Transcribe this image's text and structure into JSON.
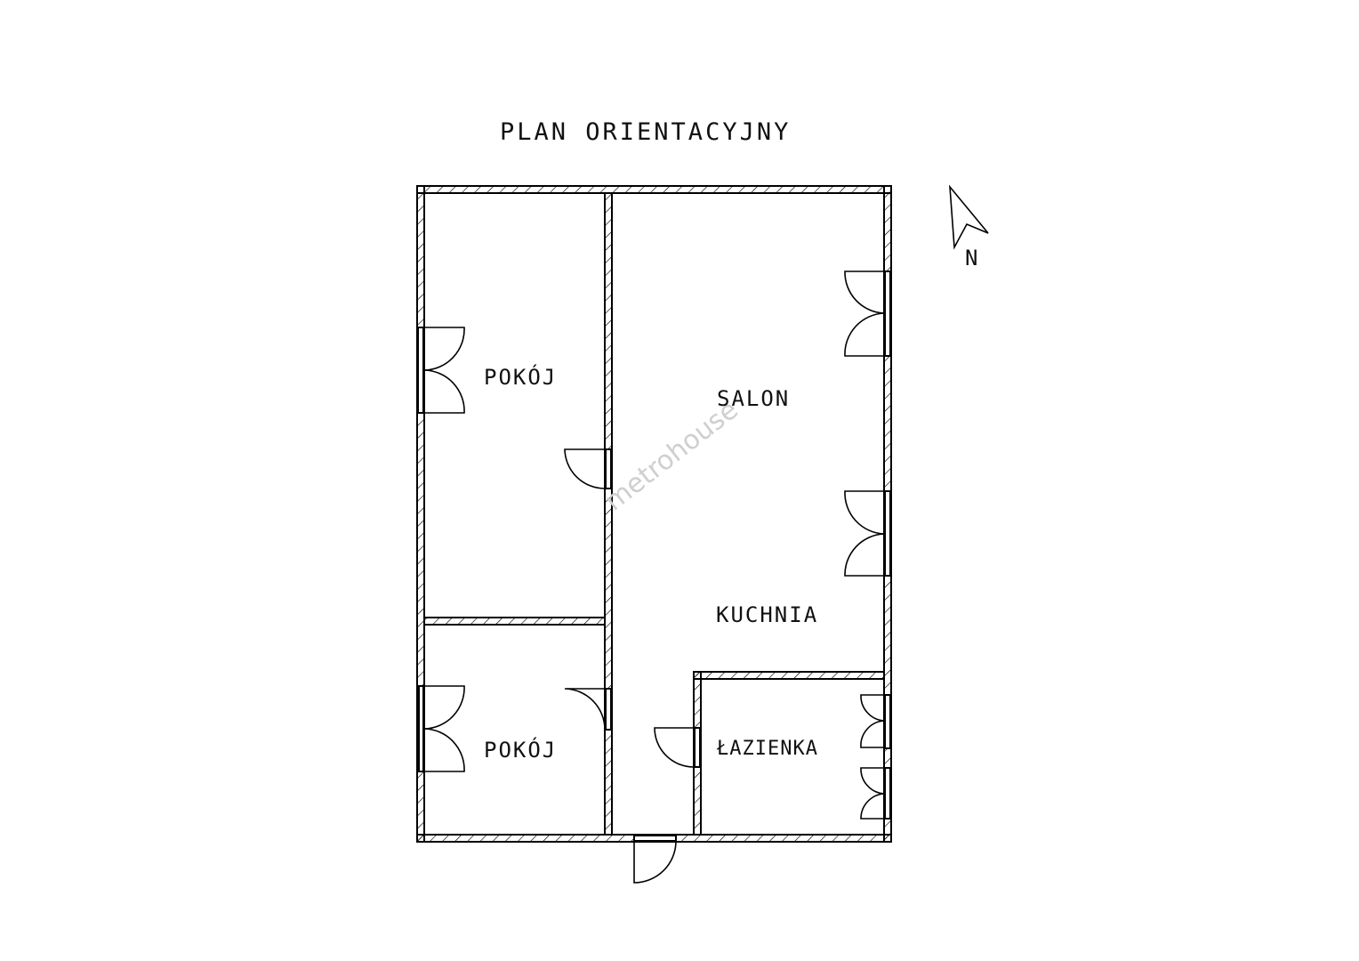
{
  "title": "PLAN ORIENTACYJNY",
  "rooms": [
    {
      "name": "POKÓJ"
    },
    {
      "name": "SALON"
    },
    {
      "name": "KUCHNIA"
    },
    {
      "name": "POKÓJ"
    },
    {
      "name": "ŁAZIENKA"
    }
  ],
  "north_label": "N",
  "watermark": "metrohouse",
  "colors": {
    "line": "#000000",
    "watermark": "#c8c8c8"
  }
}
